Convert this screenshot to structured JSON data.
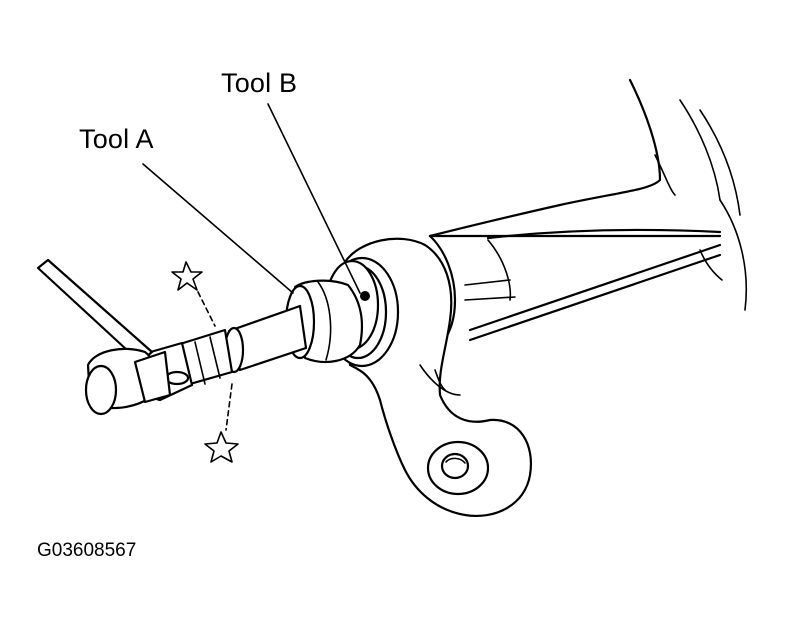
{
  "labels": {
    "tool_a": "Tool A",
    "tool_b": "Tool B",
    "figure_id": "G03608567"
  },
  "colors": {
    "line": "#000000",
    "background": "#ffffff"
  },
  "icons": {
    "torque_marks": "star-outline-icon"
  }
}
